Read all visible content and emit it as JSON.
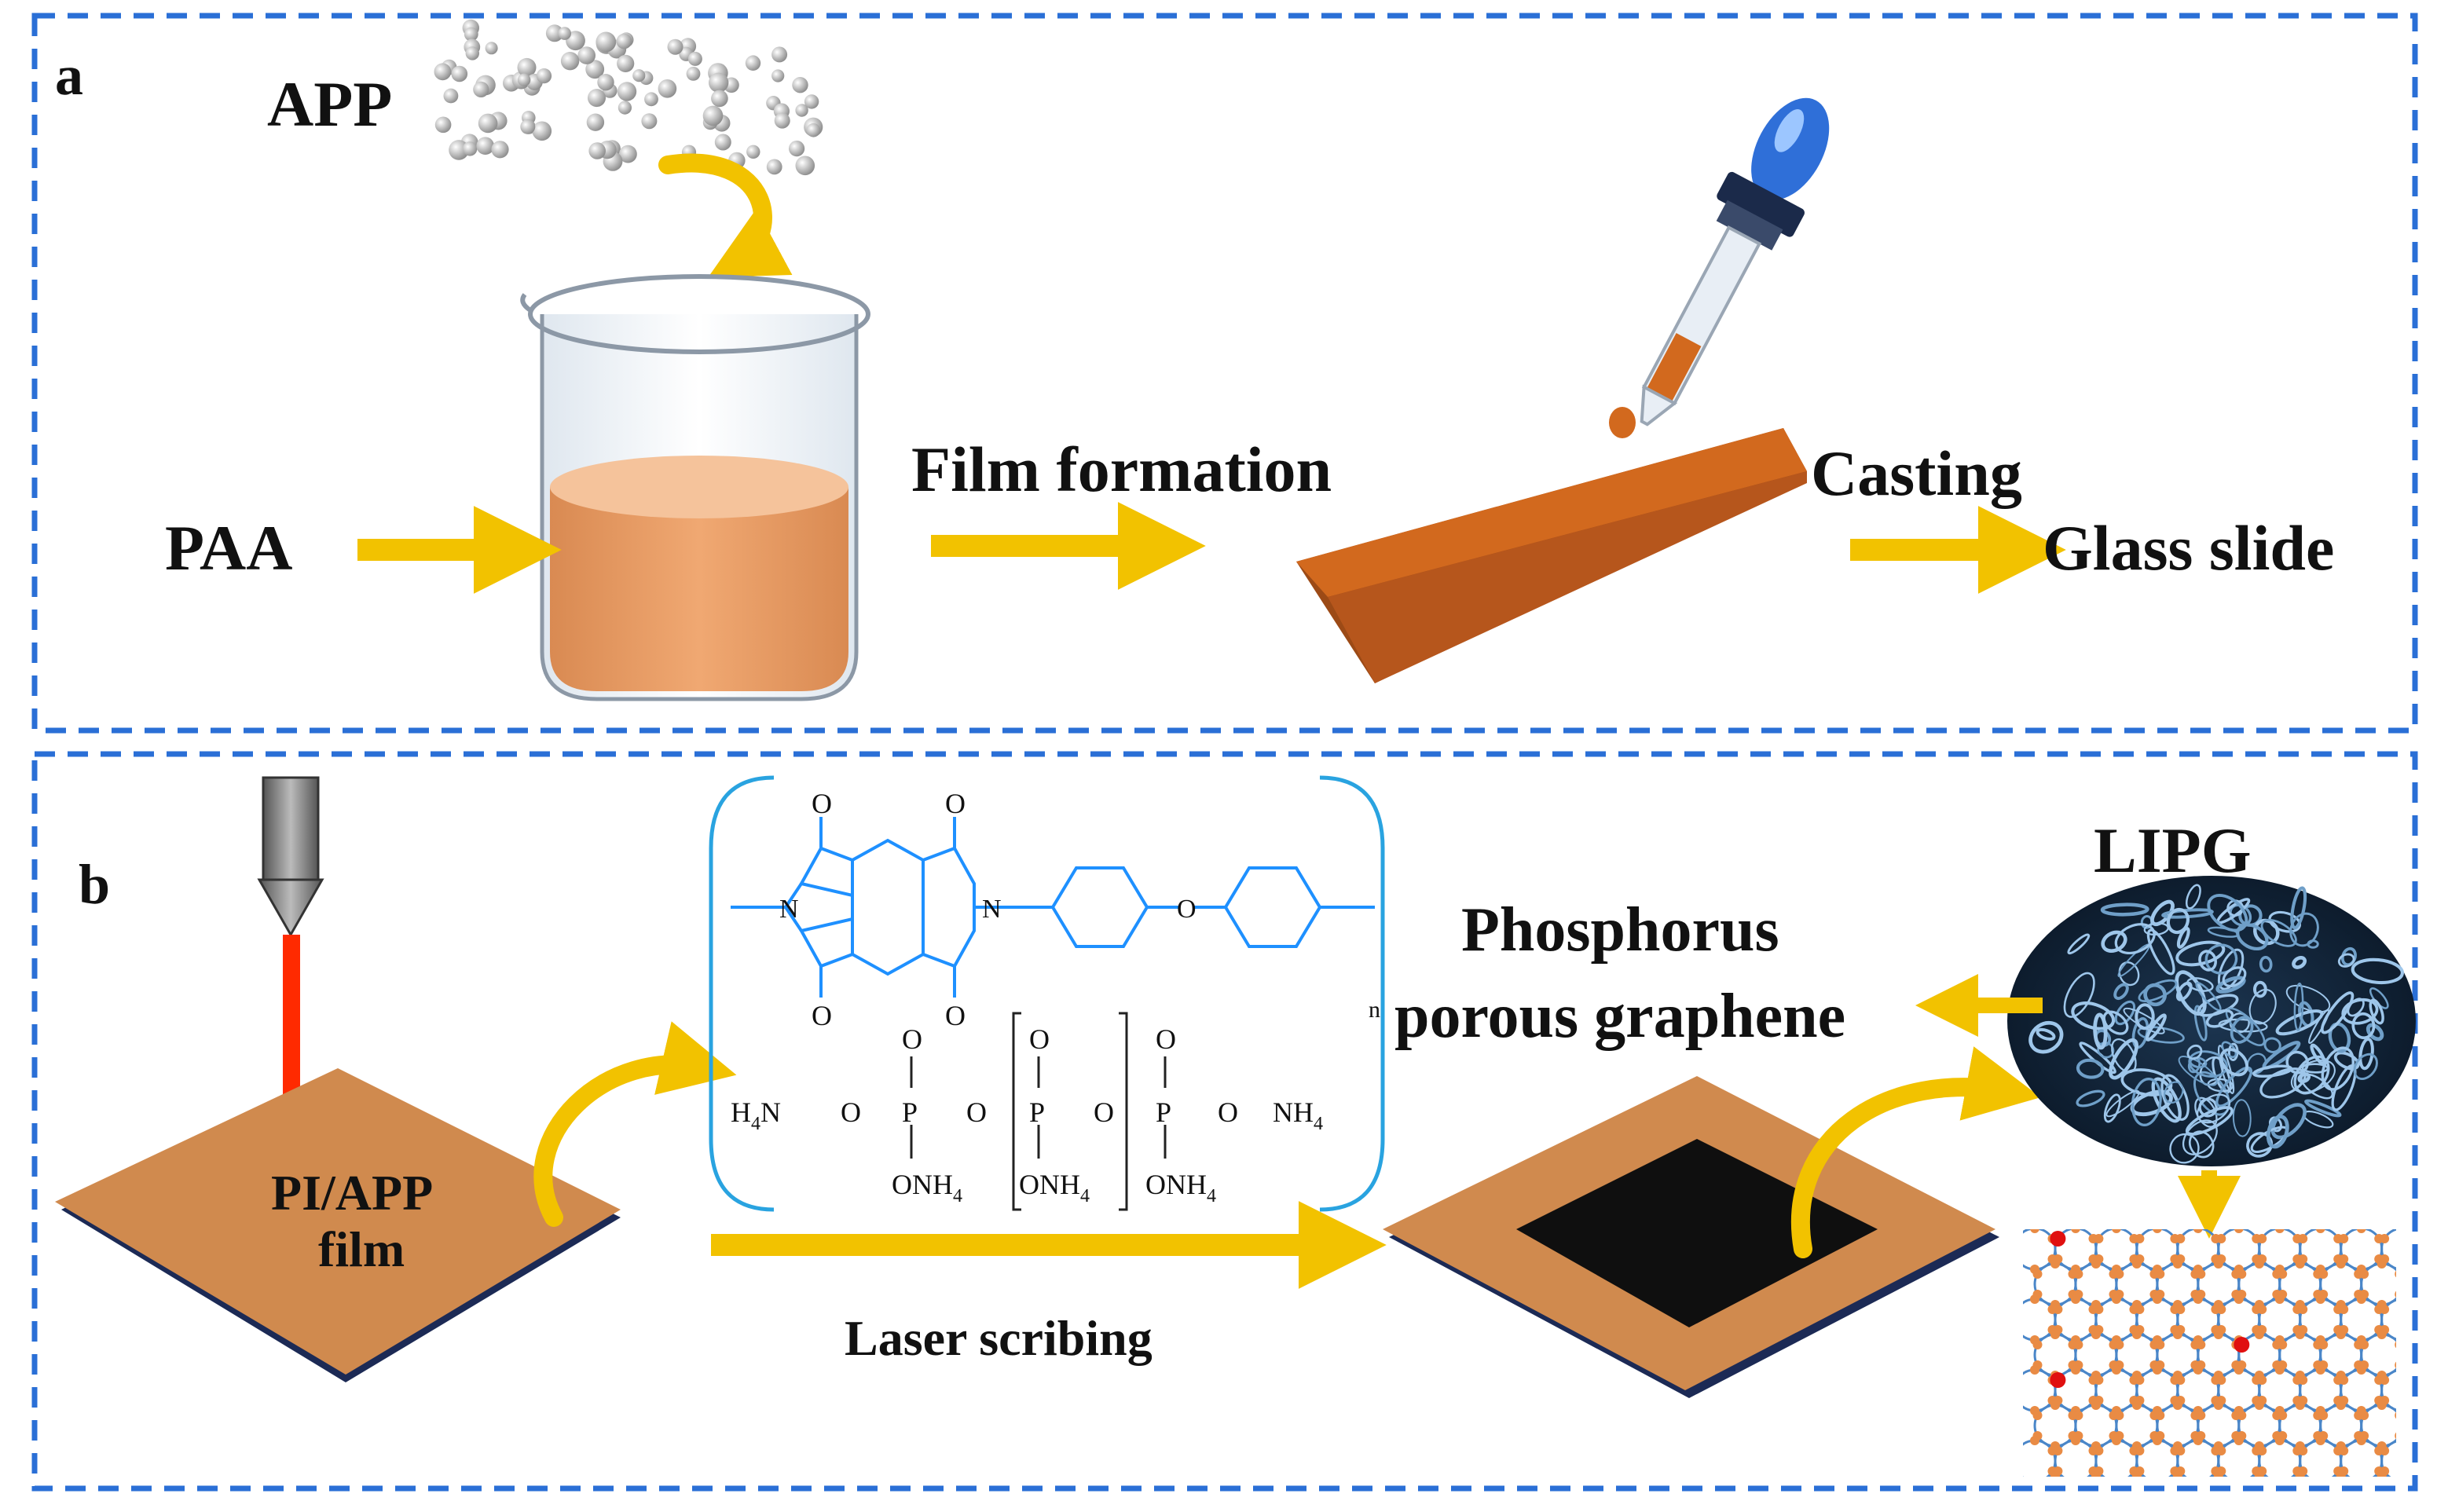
{
  "panels": {
    "a": {
      "letter": "a",
      "labels": {
        "app": "APP",
        "paa": "PAA",
        "film_formation": "Film formation",
        "casting": "Casting",
        "glass_slide": "Glass slide"
      }
    },
    "b": {
      "letter": "b",
      "labels": {
        "film_line1": "PI/APP",
        "film_line2": "film",
        "laser_scribing": "Laser scribing",
        "lipg": "LIPG",
        "phosphorus_line1": "Phosphorus",
        "phosphorus_line2": "porous graphene"
      },
      "chemistry": {
        "carbonyl_o": "O",
        "imide_n": "N",
        "ether_o": "O",
        "repeat_n": "n",
        "h4n": "H",
        "h4n_sub": "4",
        "h4n_n": "N",
        "bridge_o": "O",
        "phosphorus": "P",
        "phosphate_o": "O",
        "nh4_n": "NH",
        "nh4_sub": "4",
        "onh4": "ONH",
        "onh4_sub": "4"
      }
    }
  },
  "colors": {
    "frame": "#2a6fd6",
    "arrow": "#f2c200",
    "film": "#d08a4e",
    "film_dark": "#a85f2b",
    "slide": "#d2691e",
    "liquid": "#e9a06b",
    "laser": "#ff2a00",
    "scribed": "#0f0f0f",
    "lattice_bond": "#4a86c8",
    "lattice_atom": "#e98b44",
    "dopant": "#e01010",
    "chem_blue": "#1e90ff"
  }
}
